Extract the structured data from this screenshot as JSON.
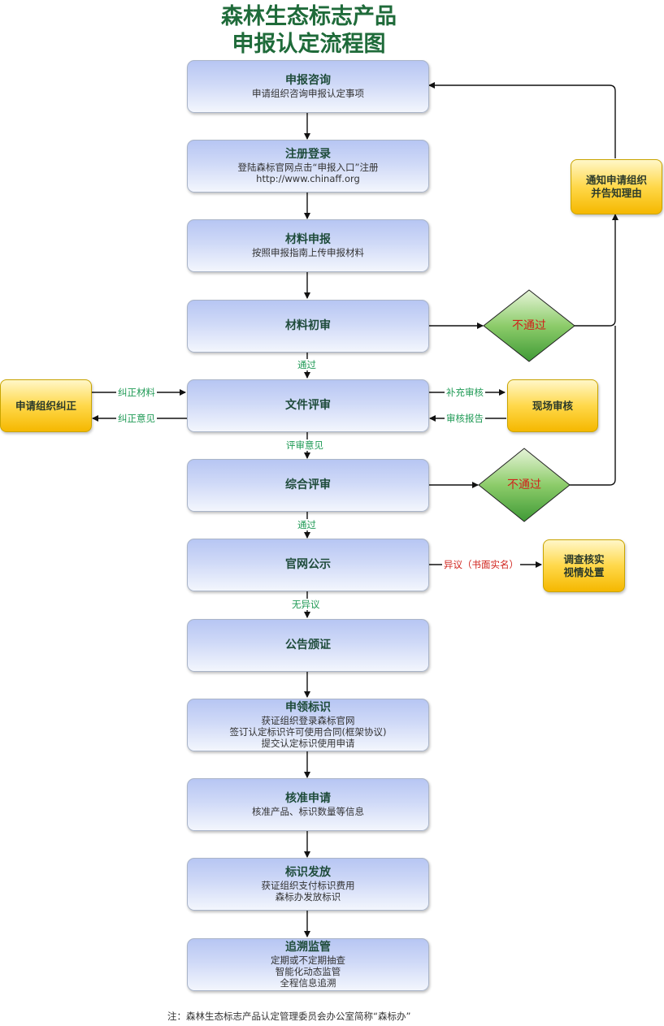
{
  "title": {
    "line1": "森林生态标志产品",
    "line2": "申报认定流程图"
  },
  "steps": [
    {
      "title": "申报咨询",
      "lines": [
        "申请组织咨询申报认定事项"
      ]
    },
    {
      "title": "注册登录",
      "lines": [
        "登陆森标官网点击“申报入口”注册",
        "http://www.chinaff.org"
      ]
    },
    {
      "title": "材料申报",
      "lines": [
        "按照申报指南上传申报材料"
      ]
    },
    {
      "title": "材料初审",
      "lines": []
    },
    {
      "title": "文件评审",
      "lines": []
    },
    {
      "title": "综合评审",
      "lines": []
    },
    {
      "title": "官网公示",
      "lines": []
    },
    {
      "title": "公告颁证",
      "lines": []
    },
    {
      "title": "申领标识",
      "lines": [
        "获证组织登录森标官网",
        "签订认定标识许可使用合同(框架协议)",
        "提交认定标识使用申请"
      ]
    },
    {
      "title": "核准申请",
      "lines": [
        "核准产品、标识数量等信息"
      ]
    },
    {
      "title": "标识发放",
      "lines": [
        "获证组织支付标识费用",
        "森标办发放标识"
      ]
    },
    {
      "title": "追溯监管",
      "lines": [
        "定期或不定期抽查",
        "智能化动态监管",
        "全程信息追溯"
      ]
    }
  ],
  "side_boxes": {
    "notify": {
      "line1": "通知申请组织",
      "line2": "并告知理由"
    },
    "correct": "申请组织纠正",
    "onsite": "现场审核",
    "investigate": {
      "line1": "调查核实",
      "line2": "视情处置"
    }
  },
  "decisions": {
    "fail_1": "不通过",
    "fail_2": "不通过"
  },
  "edge_labels": {
    "pass_1": "通过",
    "review_opinion": "评审意见",
    "pass_2": "通过",
    "no_objection": "无异议",
    "correct_materials": "纠正材料",
    "correct_opinion": "纠正意见",
    "supplement_audit": "补充审核",
    "audit_report": "审核报告",
    "objection": "异议（书面实名）"
  },
  "note": "注：森林生态标志产品认定管理委员会办公室简称“森标办”",
  "colors": {
    "title": "#1f6b3a",
    "edge_label": "#1f9a55",
    "fail_text": "#d0221b",
    "diamond": "#5fb04a",
    "step_fill": "#c4d1f5",
    "side_box_fill": "#ffd84a"
  }
}
